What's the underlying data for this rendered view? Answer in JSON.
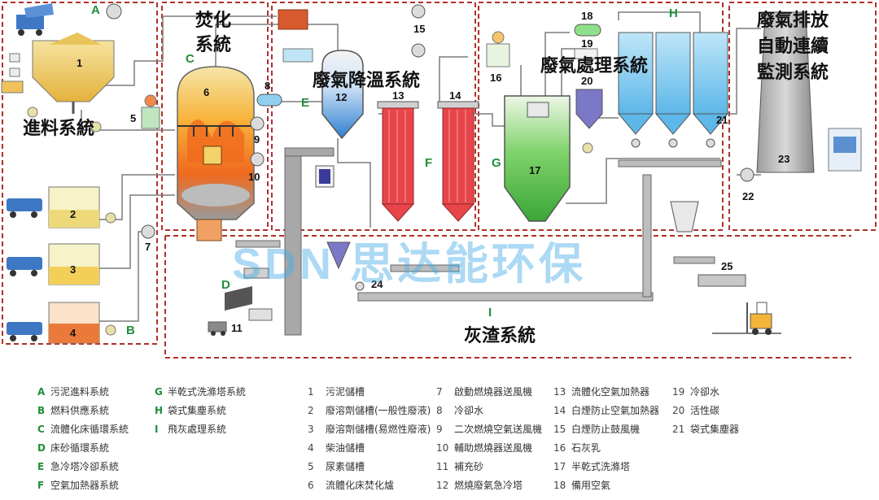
{
  "systems": {
    "feed": "進料系統",
    "incin_1": "焚化",
    "incin_2": "系統",
    "cooling": "廢氣降溫系統",
    "treatment": "廢氣處理系統",
    "emission_1": "廢氣排放",
    "emission_2": "自動連續",
    "emission_3": "監測系統",
    "ash": "灰渣系統"
  },
  "zones": [
    "A",
    "B",
    "C",
    "D",
    "E",
    "F",
    "G",
    "H",
    "I"
  ],
  "numbers": [
    "1",
    "2",
    "3",
    "4",
    "5",
    "6",
    "7",
    "8",
    "9",
    "10",
    "11",
    "12",
    "13",
    "14",
    "15",
    "16",
    "17",
    "18",
    "19",
    "20",
    "21",
    "22",
    "23",
    "24",
    "25"
  ],
  "watermark": "SDN 思达能环保",
  "legend_letters": [
    {
      "key": "A",
      "label": "污泥進料系統"
    },
    {
      "key": "B",
      "label": "燃料供應系統"
    },
    {
      "key": "C",
      "label": "流體化床循環系統"
    },
    {
      "key": "D",
      "label": "床砂循環系統"
    },
    {
      "key": "E",
      "label": "急冷塔冷卻系統"
    },
    {
      "key": "F",
      "label": "空氣加熱器系統"
    },
    {
      "key": "G",
      "label": "半乾式洗滌塔系統"
    },
    {
      "key": "H",
      "label": "袋式集塵系統"
    },
    {
      "key": "I",
      "label": "飛灰處理系統"
    }
  ],
  "legend_numbers": [
    {
      "key": "1",
      "label": "污泥儲槽"
    },
    {
      "key": "2",
      "label": "廢溶劑儲槽(一般性廢液)"
    },
    {
      "key": "3",
      "label": "廢溶劑儲槽(易燃性廢液)"
    },
    {
      "key": "4",
      "label": "柴油儲槽"
    },
    {
      "key": "5",
      "label": "尿素儲槽"
    },
    {
      "key": "6",
      "label": "流體化床焚化爐"
    },
    {
      "key": "7",
      "label": "啟動燃燒器送風機"
    },
    {
      "key": "8",
      "label": "冷卻水"
    },
    {
      "key": "9",
      "label": "二次燃燒空氣送風機"
    },
    {
      "key": "10",
      "label": "輔助燃燒器送風機"
    },
    {
      "key": "11",
      "label": "補充砂"
    },
    {
      "key": "12",
      "label": "燃燒廢氣急冷塔"
    },
    {
      "key": "13",
      "label": "流體化空氣加熱器"
    },
    {
      "key": "14",
      "label": "白煙防止空氣加熱器"
    },
    {
      "key": "15",
      "label": "白煙防止鼓風機"
    },
    {
      "key": "16",
      "label": "石灰乳"
    },
    {
      "key": "17",
      "label": "半乾式洗滌塔"
    },
    {
      "key": "18",
      "label": "備用空氣"
    },
    {
      "key": "19",
      "label": "冷卻水"
    },
    {
      "key": "20",
      "label": "活性碳"
    },
    {
      "key": "21",
      "label": "袋式集塵器"
    }
  ],
  "colors": {
    "zone_border": "#b0302a",
    "zone_letter": "#1f8f3a",
    "tank_fill": "#f3d36a",
    "diesel_fill": "#e8753a",
    "furnace_flame": "#f06a1e",
    "quench_fill": "#3a8fd8",
    "heater_fill": "#e8454a",
    "scrubber_fill": "#4cc04a",
    "baghouse_fill": "#6fc3ec"
  }
}
